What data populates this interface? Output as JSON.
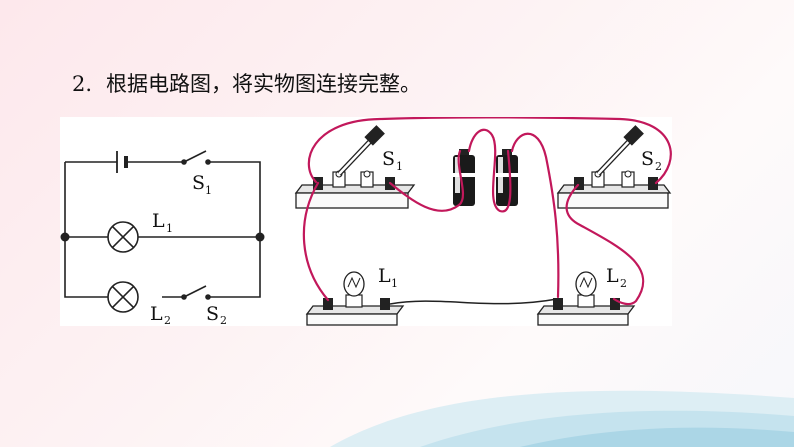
{
  "question": {
    "number": "2.",
    "text": "根据电路图，将实物图连接完整。"
  },
  "schematic": {
    "switch1": {
      "letter": "S",
      "sub": "1"
    },
    "lamp1": {
      "letter": "L",
      "sub": "1"
    },
    "lamp2": {
      "letter": "L",
      "sub": "2"
    },
    "switch2": {
      "letter": "S",
      "sub": "2"
    }
  },
  "physical": {
    "switch1": {
      "letter": "S",
      "sub": "1"
    },
    "switch2": {
      "letter": "S",
      "sub": "2"
    },
    "lamp1": {
      "letter": "L",
      "sub": "1"
    },
    "lamp2": {
      "letter": "L",
      "sub": "2"
    }
  },
  "colors": {
    "answer_wire": "#c2185b",
    "given_wire": "#222222",
    "background": "#fde8ec"
  }
}
